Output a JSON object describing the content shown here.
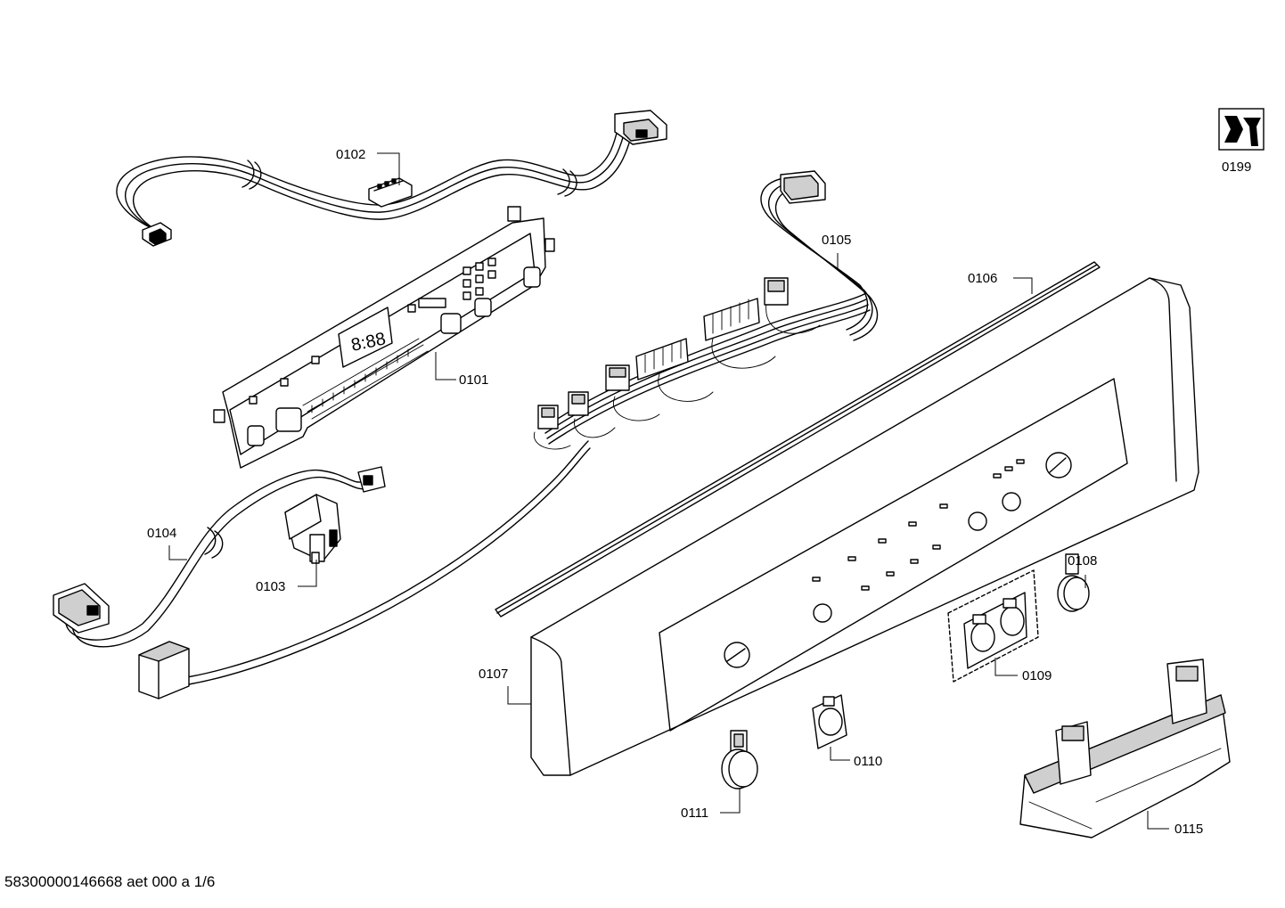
{
  "diagram": {
    "callouts": {
      "p0101": "0101",
      "p0102": "0102",
      "p0103": "0103",
      "p0104": "0104",
      "p0105": "0105",
      "p0106": "0106",
      "p0107": "0107",
      "p0108": "0108",
      "p0109": "0109",
      "p0110": "0110",
      "p0111": "0111",
      "p0115": "0115",
      "p0199": "0199"
    },
    "display_digits": "8:88",
    "icons": {
      "service_tool": "nut-and-wrench-icon"
    }
  },
  "footer": {
    "document_code": "58300000146668 aet 000 a 1/6"
  }
}
